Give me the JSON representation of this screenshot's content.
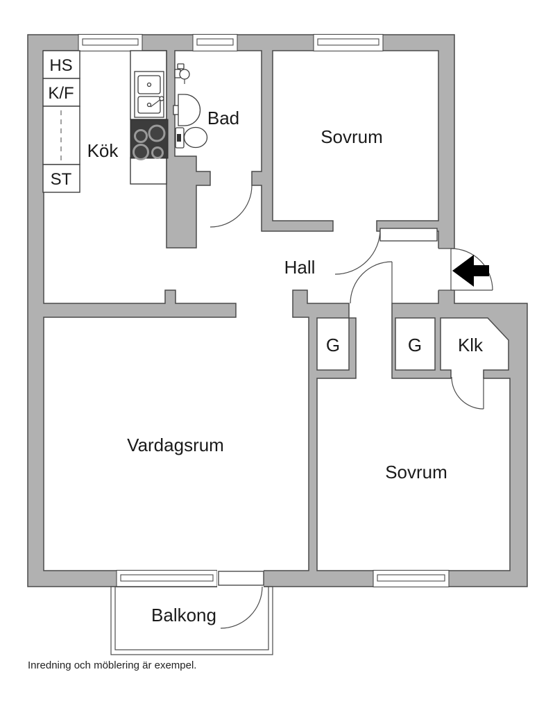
{
  "title": "Apartment floor plan",
  "colors": {
    "background": "#ffffff",
    "wall_fill": "#b1b1b1",
    "wall_outline": "#4a4a4a",
    "stove_fill": "#3c3c3c",
    "text": "#1a1a1a"
  },
  "rooms": {
    "kitchen": {
      "label": "Kök"
    },
    "bathroom": {
      "label": "Bad"
    },
    "bedroom_top": {
      "label": "Sovrum"
    },
    "hall": {
      "label": "Hall"
    },
    "living_room": {
      "label": "Vardagsrum"
    },
    "bedroom_bottom": {
      "label": "Sovrum"
    },
    "balcony": {
      "label": "Balkong"
    },
    "wardrobe_left": {
      "label": "G"
    },
    "wardrobe_right": {
      "label": "G"
    },
    "closet": {
      "label": "Klk"
    }
  },
  "kitchen_units": {
    "tall_cabinet": "HS",
    "fridge_freezer": "K/F",
    "cleaning_cabinet": "ST"
  },
  "footer": {
    "disclaimer": "Inredning och möblering är exempel."
  }
}
